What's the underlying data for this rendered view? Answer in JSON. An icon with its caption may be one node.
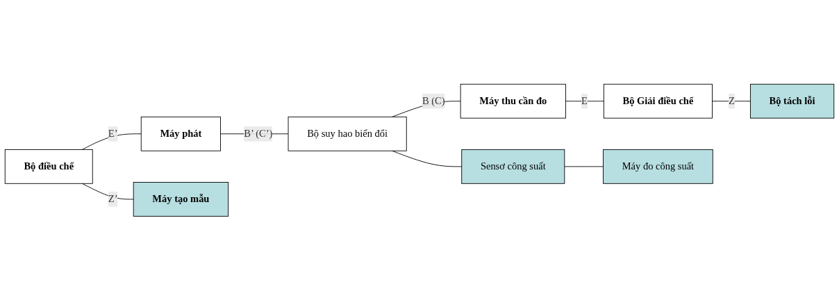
{
  "diagram": {
    "nodes": [
      {
        "text": [
          "Bộ điều chế"
        ]
      },
      {
        "text": [
          "Máy phát"
        ]
      },
      {
        "text": [
          "Bộ suy hao biến đổi"
        ]
      },
      {
        "text": [
          "Máy thu cần đo"
        ]
      },
      {
        "text": [
          "Bộ Giải điều chế"
        ]
      },
      {
        "text": [
          "Máy tạo mẫu"
        ]
      },
      {
        "text": [
          "Sensơ công suất"
        ]
      },
      {
        "text": [
          "Bộ tách lỗi"
        ]
      },
      {
        "text": [
          "Máy đo công suất"
        ]
      }
    ],
    "edges": [
      {
        "from": 0,
        "to": 1,
        "arrow": "none",
        "label": "E’"
      },
      {
        "from": 1,
        "to": 2,
        "arrow": "none",
        "label": "B’ (C’)"
      },
      {
        "from": 2,
        "to": 3,
        "arrow": "none",
        "label": "B (C)"
      },
      {
        "from": 2,
        "to": 6,
        "arrow": "none"
      },
      {
        "from": 3,
        "to": 4,
        "arrow": "none",
        "label": "E"
      },
      {
        "from": 0,
        "to": 5,
        "arrow": "none",
        "label": "Z’"
      },
      {
        "from": 4,
        "to": 7,
        "arrow": "none",
        "label": "Z"
      },
      {
        "from": 6,
        "to": 8,
        "arrow": "none"
      }
    ]
  }
}
